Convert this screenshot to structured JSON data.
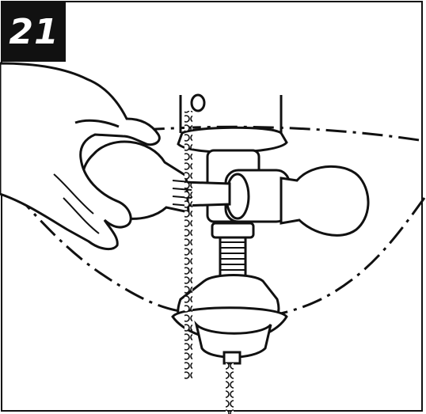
{
  "step": {
    "number": "21"
  },
  "illustration": {
    "subject": "installing-light-bulb-into-fan-light-kit",
    "line_color": "#111111",
    "fill_color": "#ffffff",
    "parts": [
      "hand-icon",
      "light-bulb-icon",
      "light-bulb-icon",
      "socket-icon",
      "pull-chain-icon",
      "pull-chain-icon",
      "switch-housing-icon",
      "glass-bowl-outline"
    ]
  }
}
